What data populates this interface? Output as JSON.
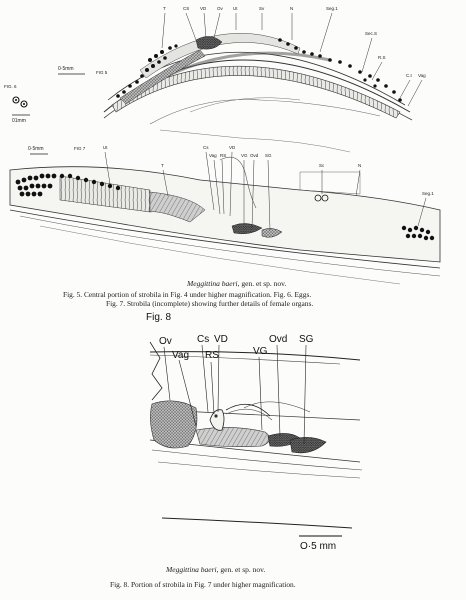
{
  "figs_5_7": {
    "fig5_tag": "FIG 5",
    "fig6_tag": "FIG. 6",
    "fig7_tag": "FIG 7",
    "scale_fig5": "0·5mm",
    "scale_fig6": "01mm",
    "scale_fig7": "0·5mm",
    "labels_fig5": [
      "T",
      "CS",
      "VD",
      "Ov",
      "Ut",
      "Sv",
      "N",
      "Seg.1",
      "Sec.S",
      "R.S",
      "C.t",
      "Vag"
    ],
    "labels_fig7": [
      "Ut",
      "T",
      "Cs",
      "Vag",
      "RS",
      "VD",
      "VG",
      "Ovd",
      "SG",
      "Sc",
      "N",
      "Seg.1"
    ],
    "species": "Meggittina baeri",
    "species_suffix": ", gen. et sp. nov.",
    "caption_line1": "Fig. 5.  Central portion of strobila in Fig. 4 under higher magnification.   Fig. 6.  Eggs.",
    "caption_line2": "Fig. 7.  Strobila (incomplete) showing further details of female organs."
  },
  "fig8": {
    "tag": "Fig. 8",
    "labels": [
      "Ov",
      "Vag",
      "Cs",
      "VD",
      "RS",
      "VG",
      "Ovd",
      "SG"
    ],
    "scale": "O·5 mm",
    "species": "Meggittina baeri",
    "species_suffix": ", gen. et sp. nov.",
    "caption": "Fig. 8.   Portion of strobila in Fig. 7 under higher magnification."
  }
}
